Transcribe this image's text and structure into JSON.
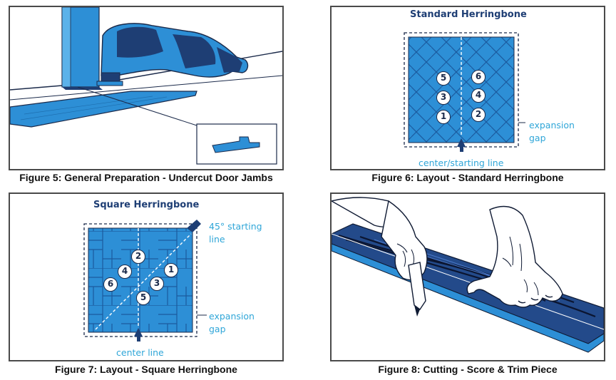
{
  "figures": [
    {
      "caption": "Figure 5: General Preparation - Undercut Door Jambs"
    },
    {
      "caption": "Figure 6:  Layout - Standard Herringbone",
      "title": "Standard Herringbone",
      "labels": {
        "expansion": "expansion",
        "gap": "gap",
        "center": "center/starting line"
      },
      "order_left": [
        "5",
        "3",
        "1"
      ],
      "order_right": [
        "6",
        "4",
        "2"
      ]
    },
    {
      "caption": "Figure 7: Layout - Square Herringbone",
      "title": "Square Herringbone",
      "labels": {
        "start1": "45° starting",
        "start2": "line",
        "expansion": "expansion",
        "gap": "gap",
        "center": "center line"
      },
      "order": [
        "1",
        "2",
        "3",
        "4",
        "5",
        "6"
      ]
    },
    {
      "caption": "Figure 8:  Cutting - Score & Trim Piece"
    }
  ],
  "colors": {
    "plank": "#2d8fd6",
    "dark": "#1e3e74",
    "accent": "#2fa6d8",
    "frame": "#4a4a4a"
  }
}
